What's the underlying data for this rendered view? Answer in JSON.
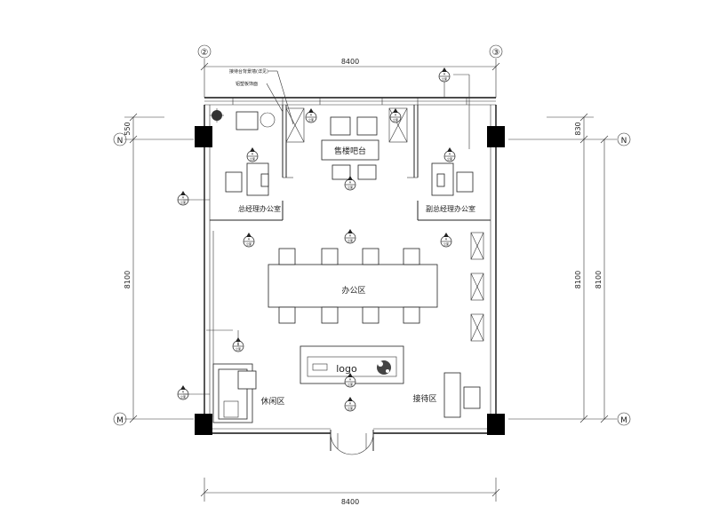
{
  "dimensions": {
    "top": "8400",
    "bottom": "8400",
    "left_small": "550",
    "left_main": "8100",
    "right_small": "830",
    "right_main_a": "8100",
    "right_main_b": "8100"
  },
  "grid_axes": {
    "col_left": "②",
    "col_right": "③",
    "row_top": "N",
    "row_bottom": "M"
  },
  "rooms": {
    "reception_desk": "售楼吧台",
    "gm_office": "总经理办公室",
    "deputy_office": "副总经理办公室",
    "office_area": "办公区",
    "lounge": "休闲区",
    "reception_area": "接待区"
  },
  "labels": {
    "logo": "logo",
    "note_a": "接待台背景墙(详见)",
    "note_b": "铝塑板饰面"
  },
  "symbols": {
    "tag_top": "A",
    "tag_bottom": "立面"
  }
}
